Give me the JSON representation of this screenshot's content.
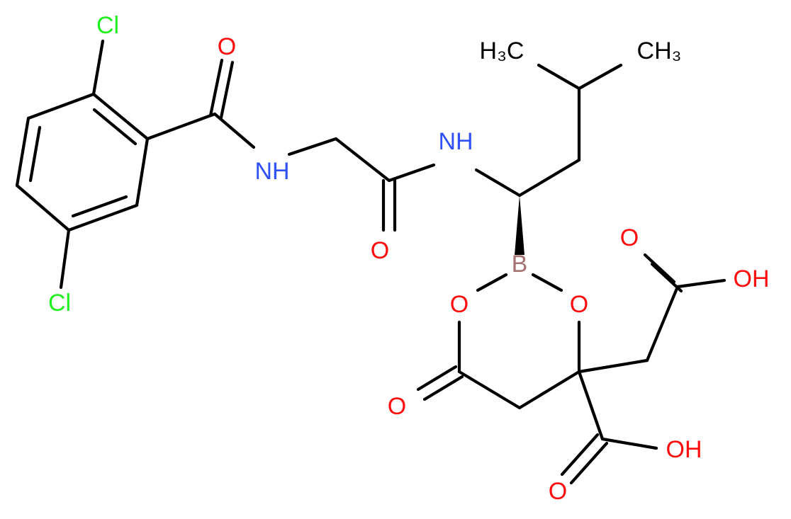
{
  "colors": {
    "carbon_bond": "#000000",
    "oxygen": "#ff0d0d",
    "nitrogen": "#3050f8",
    "chlorine": "#1ff01f",
    "boron": "#a67373"
  },
  "atoms": {
    "cl_top": "Cl",
    "cl_bottom": "Cl",
    "o_amide1": "O",
    "nh_1": "NH",
    "o_amide2": "O",
    "nh_2": "NH",
    "ch3_left": "H₃C",
    "ch3_right": "CH₃",
    "boron": "B",
    "o_ring_left": "O",
    "o_ring_right": "O",
    "o_lactone": "O",
    "o_acid1": "O",
    "oh_acid1": "OH",
    "o_acid2": "O",
    "oh_acid2": "OH"
  }
}
